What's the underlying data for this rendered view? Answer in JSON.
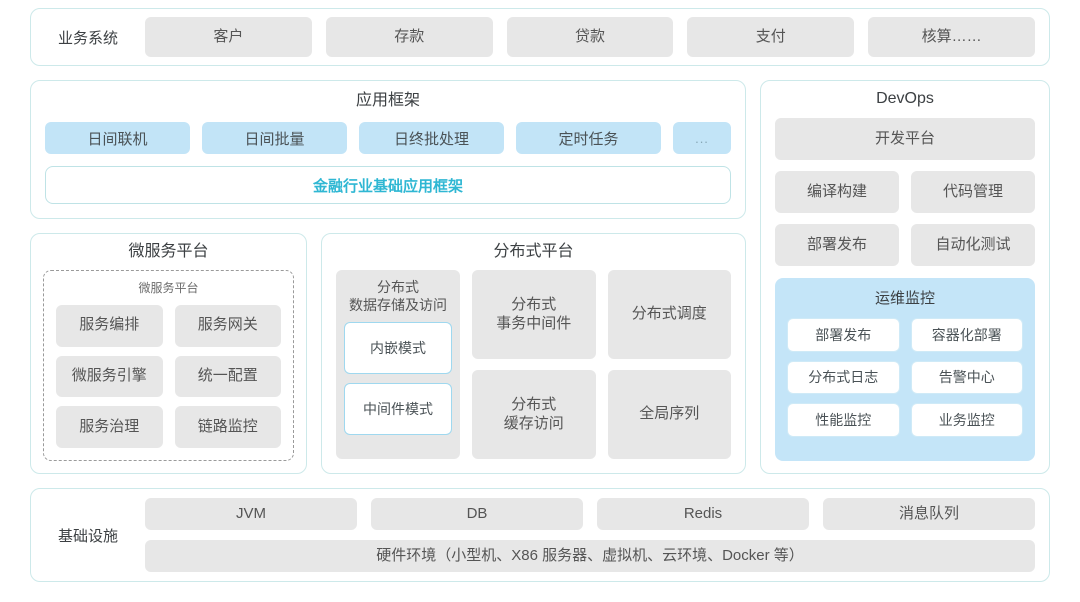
{
  "business_systems": {
    "label": "业务系统",
    "items": [
      "客户",
      "存款",
      "贷款",
      "支付",
      "核算……"
    ]
  },
  "app_framework": {
    "title": "应用框架",
    "tags": [
      "日间联机",
      "日间批量",
      "日终批处理",
      "定时任务"
    ],
    "more_tag": "...",
    "foundation_bar": "金融行业基础应用框架",
    "accent_color": "#2fb7d3"
  },
  "microservice_platform": {
    "title": "微服务平台",
    "inner_title": "微服务平台",
    "items": [
      "服务编排",
      "服务网关",
      "微服务引擎",
      "统一配置",
      "服务治理",
      "链路监控"
    ]
  },
  "distributed_platform": {
    "title": "分布式平台",
    "storage_column": {
      "header_line1": "分布式",
      "header_line2": "数据存储及访问",
      "modes": [
        "内嵌模式",
        "中间件模式"
      ]
    },
    "cells": [
      {
        "line1": "分布式",
        "line2": "事务中间件"
      },
      {
        "line1": "分布式调度",
        "line2": ""
      },
      {
        "line1": "分布式",
        "line2": "缓存访问"
      },
      {
        "line1": "全局序列",
        "line2": ""
      }
    ]
  },
  "devops": {
    "title": "DevOps",
    "platform": "开发平台",
    "items": [
      "编译构建",
      "代码管理",
      "部署发布",
      "自动化测试"
    ],
    "ops_monitor": {
      "title": "运维监控",
      "items": [
        "部署发布",
        "容器化部署",
        "分布式日志",
        "告警中心",
        "性能监控",
        "业务监控"
      ],
      "bg_color": "#c4e5f8"
    }
  },
  "infrastructure": {
    "label": "基础设施",
    "items": [
      "JVM",
      "DB",
      "Redis",
      "消息队列"
    ],
    "hardware": "硬件环境（小型机、X86 服务器、虚拟机、云环境、Docker 等）"
  },
  "theme": {
    "panel_border": "#cde9ea",
    "gray_tag": "#e7e7e7",
    "blue_tag": "#c2e4f7",
    "white_tag_border": "#9fd8ef"
  }
}
